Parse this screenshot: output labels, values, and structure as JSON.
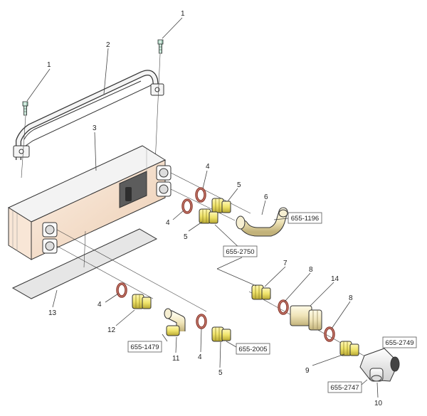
{
  "callouts": [
    "1",
    "1",
    "2",
    "3",
    "4",
    "4",
    "4",
    "4",
    "5",
    "5",
    "5",
    "6",
    "7",
    "8",
    "8",
    "9",
    "10",
    "11",
    "12",
    "13",
    "14"
  ],
  "part_numbers": [
    "655-1196",
    "655-2750",
    "655-1479",
    "655-2005",
    "655-2749",
    "655-2747"
  ],
  "colors": {
    "heat_exchanger": "#f6ddc8",
    "brass": "#efe36a",
    "bronze": "#efe4b8",
    "oring": "#b5493a",
    "pad": "#e8e8e8",
    "fitting_white": "#f2f2f2"
  }
}
